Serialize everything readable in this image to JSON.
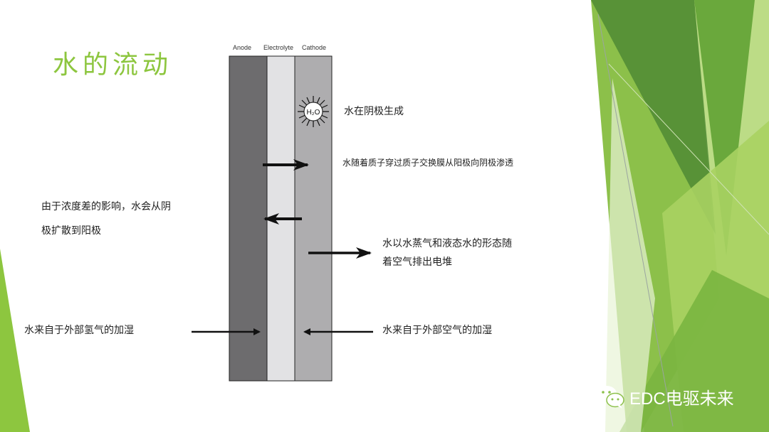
{
  "title": "水的流动",
  "columns": {
    "anode": "Anode",
    "electrolyte": "Electrolyte",
    "cathode": "Cathode"
  },
  "water_symbol": "H₂O",
  "annotations": {
    "cathode_generation": "水在阴极生成",
    "electro_osmotic_drag": "水随着质子穿过质子交换膜从阳极向阴极渗透",
    "back_diffusion_line1": "由于浓度差的影响，水会从阴",
    "back_diffusion_line2": "极扩散到阳极",
    "exhaust_line1": "水以水蒸气和液态水的形态随",
    "exhaust_line2": "着空气排出电堆",
    "hydrogen_humidification": "水来自于外部氢气的加湿",
    "air_humidification": "水来自于外部空气的加湿"
  },
  "watermark": "EDC电驱未来",
  "colors": {
    "anode": "#6d6c6e",
    "electrolyte": "#e2e2e4",
    "cathode": "#aeadaf",
    "title": "#8dc63f",
    "green_dark": "#5e9a32",
    "green_light": "#a6d05a"
  }
}
